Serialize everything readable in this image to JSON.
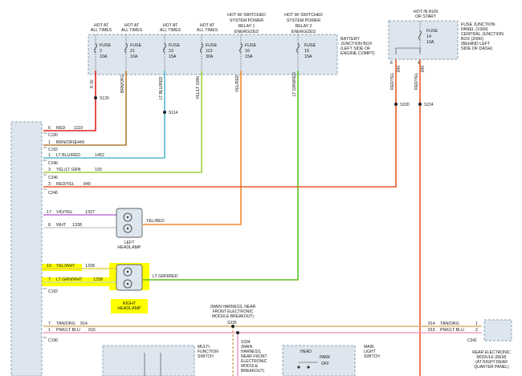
{
  "colors": {
    "red": "#e02020",
    "brown_orange": "#b07a30",
    "light_blue": "#55b8d0",
    "yellow_green": "#a0d040",
    "green": "#58c020",
    "orange": "#f08a2a",
    "red_orange": "#e85a2a",
    "violet": "#c070d8",
    "pink": "#f0a0c8",
    "tan": "#d9b070",
    "highlight": "#ffff00",
    "box_fill": "#dde6ee",
    "box_stroke": "#8aa0b0"
  },
  "battery_box": {
    "label_lines": [
      "BATTERY",
      "JUNCTION BOX",
      "(LEFT SIDE OF",
      "ENGINE COMPT)"
    ],
    "fuses": [
      {
        "header": [
          "HOT AT",
          "ALL TIMES"
        ],
        "label": "FUSE",
        "number": "2",
        "amp": "10A"
      },
      {
        "header": [
          "HOT AT",
          "ALL TIMES"
        ],
        "label": "FUSE",
        "number": "21",
        "amp": "10A"
      },
      {
        "header": [
          "HOT AT",
          "ALL TIMES"
        ],
        "label": "FUSE",
        "number": "23",
        "amp": "15A"
      },
      {
        "header": [
          "HOT AT",
          "ALL TIMES"
        ],
        "label": "FUSE",
        "number": "113",
        "amp": "30A"
      },
      {
        "header": [
          "HOT W/ SWITCHED",
          "SYSTEM POWER",
          "RELAY 1",
          "ENERGIZED"
        ],
        "label": "FUSE",
        "number": "16",
        "amp": "15A"
      },
      {
        "header": [
          "HOT W/ SWITCHED",
          "SYSTEM POWER",
          "RELAY 2",
          "ENERGIZED"
        ],
        "label": "FUSE",
        "number": "15",
        "amp": "15A"
      }
    ]
  },
  "fuse_panel": {
    "header": [
      "HOT IN RUN",
      "OR START"
    ],
    "label_lines": [
      "FUSE JUNCTION",
      "PANEL     (1999)",
      "CENTRAL JUNCTION",
      "BOX        (2000)",
      "(BEHIND LEFT",
      "SIDE OF DASH)"
    ],
    "fuse": {
      "label": "FUSE",
      "number": "14",
      "amp": "10A"
    }
  },
  "vertical_wires": {
    "w1": "R 30",
    "w2": "BRN/ORG",
    "w3": "LT BLU/RED",
    "w4": "YEL/LT GRN",
    "w5": "YEL/RED",
    "w6": "LT GRN/RED",
    "w7": "RED/YEL",
    "w8": "RED/YEL",
    "pin_a": "8",
    "pin_b": "4",
    "num_a": "840",
    "num_b": "840"
  },
  "splices": {
    "s130": "S130",
    "s114": "S114",
    "s330": "S330",
    "s224": "S224",
    "s335": "S335",
    "s334": "S334"
  },
  "connector_rows": [
    {
      "pin": "6",
      "label": "RED",
      "circuit": "1119"
    },
    {
      "pin": "1",
      "label": "BRN/ORG",
      "circuit": "1449"
    },
    {
      "pin": "1",
      "label": "LT BLU/RED",
      "circuit": "1452"
    },
    {
      "pin": "3",
      "label": "YEL/LT GRN",
      "circuit": "193"
    },
    {
      "pin": "3",
      "label": "RED/YEL",
      "circuit": "840"
    },
    {
      "pin": "17",
      "label": "VIO/YEL",
      "circuit": "1337"
    },
    {
      "pin": "8",
      "label": "WHT",
      "circuit": "1338"
    },
    {
      "pin": "10",
      "label": "YEL/WHT",
      "circuit": "1338"
    },
    {
      "pin": "7",
      "label": "LT GRN/WHT",
      "circuit": "1338"
    }
  ],
  "connectors": [
    "C190",
    "C192",
    "C246",
    "C246",
    "C246",
    "C192",
    "C190",
    "C341"
  ],
  "left_headlamp": {
    "wire": "YEL/RED",
    "name_lines": [
      "LEFT",
      "HEADLAMP"
    ]
  },
  "right_headlamp": {
    "wire": "LT GRN/RED",
    "name_lines": [
      "RIGHT",
      "HEADLAMP"
    ]
  },
  "bottom": {
    "harness_note_1": [
      "(MAIN HARNESS, NEAR",
      "FRONT ELECTRONIC",
      "MODULE BREAKOUT)"
    ],
    "harness_note_2": [
      "(MAIN",
      "HARNESS,",
      "NEAR FRONT",
      "ELECTRONIC",
      "MODULE",
      "BREAKOUT)"
    ],
    "row1": {
      "pin": "7",
      "label": "TAN/ORG",
      "circuit": "914"
    },
    "row2": {
      "pin": "1",
      "label": "PNK/LT BLU",
      "circuit": "915"
    },
    "right1": {
      "circuit": "914",
      "label": "TAN/ORG",
      "pin": "1"
    },
    "right2": {
      "circuit": "915",
      "label": "PNK/LT BLU",
      "pin": "2"
    },
    "multi_function": [
      "MULTI-",
      "FUNCTION",
      "SWITCH"
    ],
    "main_light": [
      "MAIN",
      "LIGHT",
      "SWITCH"
    ],
    "switch_labels": [
      "HEAD",
      "PARK",
      "OFF"
    ],
    "rem_lines": [
      "REAR ELECTRONIC",
      "MODULE (REM)",
      "(AT RIGHT REAR",
      "QUARTER PANEL)"
    ]
  }
}
